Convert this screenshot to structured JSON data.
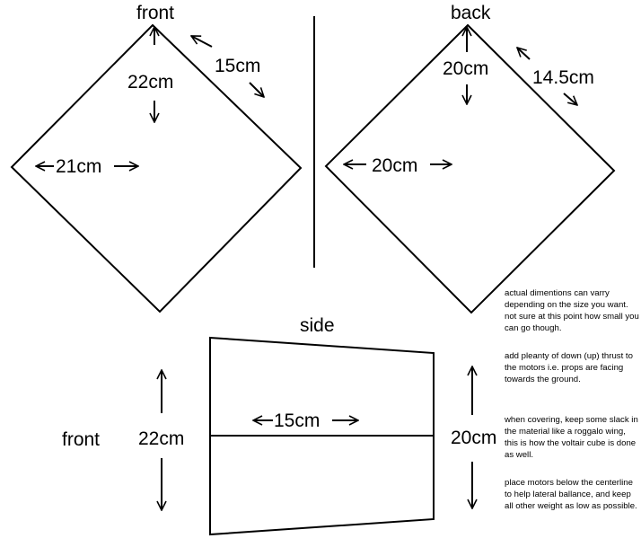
{
  "front_view": {
    "title": "front",
    "height": "22cm",
    "edge": "15cm",
    "width": "21cm"
  },
  "back_view": {
    "title": "back",
    "height": "20cm",
    "edge": "14.5cm",
    "width": "20cm"
  },
  "side_view": {
    "title": "side",
    "front_label": "front",
    "front_height": "22cm",
    "length": "15cm",
    "back_height": "20cm"
  },
  "notes": [
    "actual dimentions can varry depending on the size you want.  not sure at this point how small you can go though.",
    "add pleanty of down (up) thrust to the motors i.e. props are facing towards the ground.",
    "when covering, keep some slack in the material like a roggalo wing, this is how the voltair cube is done as well.",
    "place motors below the centerline to help lateral ballance, and keep all other weight as low as possible."
  ]
}
